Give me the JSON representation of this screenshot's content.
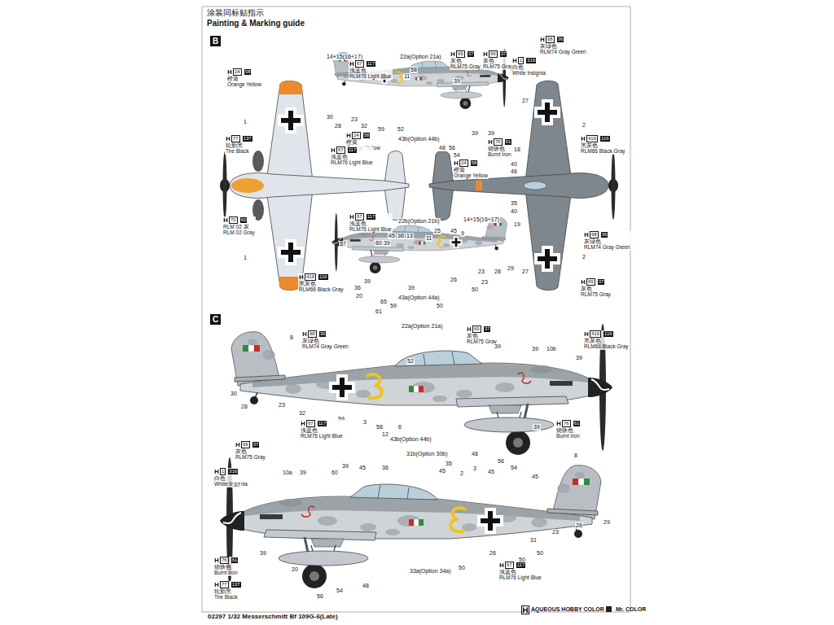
{
  "diagram": {
    "labels": [
      "涂装同标贴指示",
      "Painting & Marking guide",
      "B",
      "C",
      "14+15(16+17)",
      "67",
      "117",
      "浅蓝色",
      "RLM76 Light Blue",
      "22a(Option 21a)",
      "69",
      "37",
      "灰色",
      "RLM75 Gray",
      "69",
      "37",
      "灰色",
      "RLM75 Gray",
      "1",
      "316",
      "白色",
      "White Insignia",
      "58",
      "11",
      "39",
      "30",
      "28",
      "23",
      "32",
      "59",
      "52",
      "24",
      "58",
      "橙黄",
      "Orange Yellow",
      "43b(Option 44b)",
      "48",
      "56",
      "54",
      "39",
      "39",
      "76",
      "61",
      "烧铁色",
      "Burnt Iron",
      "24",
      "58",
      "橙黄",
      "Orange Yellow",
      "24",
      "58",
      "橙黄",
      "Orange Yellow",
      "1",
      "77",
      "137",
      "轮胎黑",
      "Tire Black",
      "67",
      "117",
      "浅蓝色",
      "RLM76 Light Blue",
      "70",
      "60",
      "RLM 02 灰",
      "RLM 02 Gray",
      "1",
      "68",
      "36",
      "灰绿色",
      "RLM74 Gray Green",
      "27",
      "2",
      "18",
      "416",
      "116",
      "黑灰色",
      "RLM66 Black Gray",
      "40",
      "46",
      "35",
      "40",
      "19",
      "68",
      "36",
      "灰绿色",
      "RLM74 Gray Green",
      "2",
      "27",
      "69",
      "37",
      "灰色",
      "RLM75 Gray",
      "67",
      "117",
      "浅蓝色",
      "RLM76 Light Blue",
      "22b(Option 21b)",
      "14+15(16+17)",
      "37",
      "45",
      "36",
      "13",
      "11",
      "25",
      "45",
      "9",
      "60",
      "39",
      "29",
      "28",
      "23",
      "23",
      "26",
      "50",
      "416",
      "116",
      "黑灰色",
      "RLM66 Black Gray",
      "36",
      "39",
      "20",
      "65",
      "59",
      "61",
      "43a(Option 44a)",
      "50",
      "39",
      "8",
      "68",
      "36",
      "灰绿色",
      "RLM74 Gray Green",
      "22a(Option 21a)",
      "52",
      "69",
      "37",
      "灰色",
      "RLM75 Gray",
      "39",
      "39",
      "10b",
      "39",
      "416",
      "116",
      "黑灰色",
      "RLM66 Black Gray",
      "30",
      "28",
      "23",
      "32",
      "59",
      "3",
      "58",
      "6",
      "12",
      "67",
      "117",
      "浅蓝色",
      "RLM76 Light Blue",
      "43b(Option 44b)",
      "48",
      "56",
      "54",
      "39",
      "76",
      "61",
      "烧铁色",
      "Burnt Iron",
      "69",
      "37",
      "灰色",
      "RLM75 Gray",
      "1",
      "316",
      "白色",
      "White Insignia",
      "37",
      "10a",
      "39",
      "60",
      "39",
      "45",
      "36",
      "31b(Option 30b)",
      "35",
      "45",
      "3",
      "2",
      "45",
      "45",
      "8",
      "29",
      "28",
      "23",
      "50",
      "31",
      "39",
      "20",
      "76",
      "61",
      "烧铁色",
      "Burnt Iron",
      "77",
      "137",
      "轮胎黑",
      "Tire Black",
      "54",
      "56",
      "48",
      "33a(Option 34a)",
      "26",
      "50",
      "50",
      "67",
      "117",
      "浅蓝色",
      "RLM76 Light Blue",
      "02297 1/32 Messerschmitt Bf 109G-6(Late)"
    ],
    "legend": [
      {
        "text": "AQUEOUS HOBBY COLOR"
      },
      {
        "text": "Mr. COLOR",
        "color": "#231f20"
      }
    ]
  }
}
